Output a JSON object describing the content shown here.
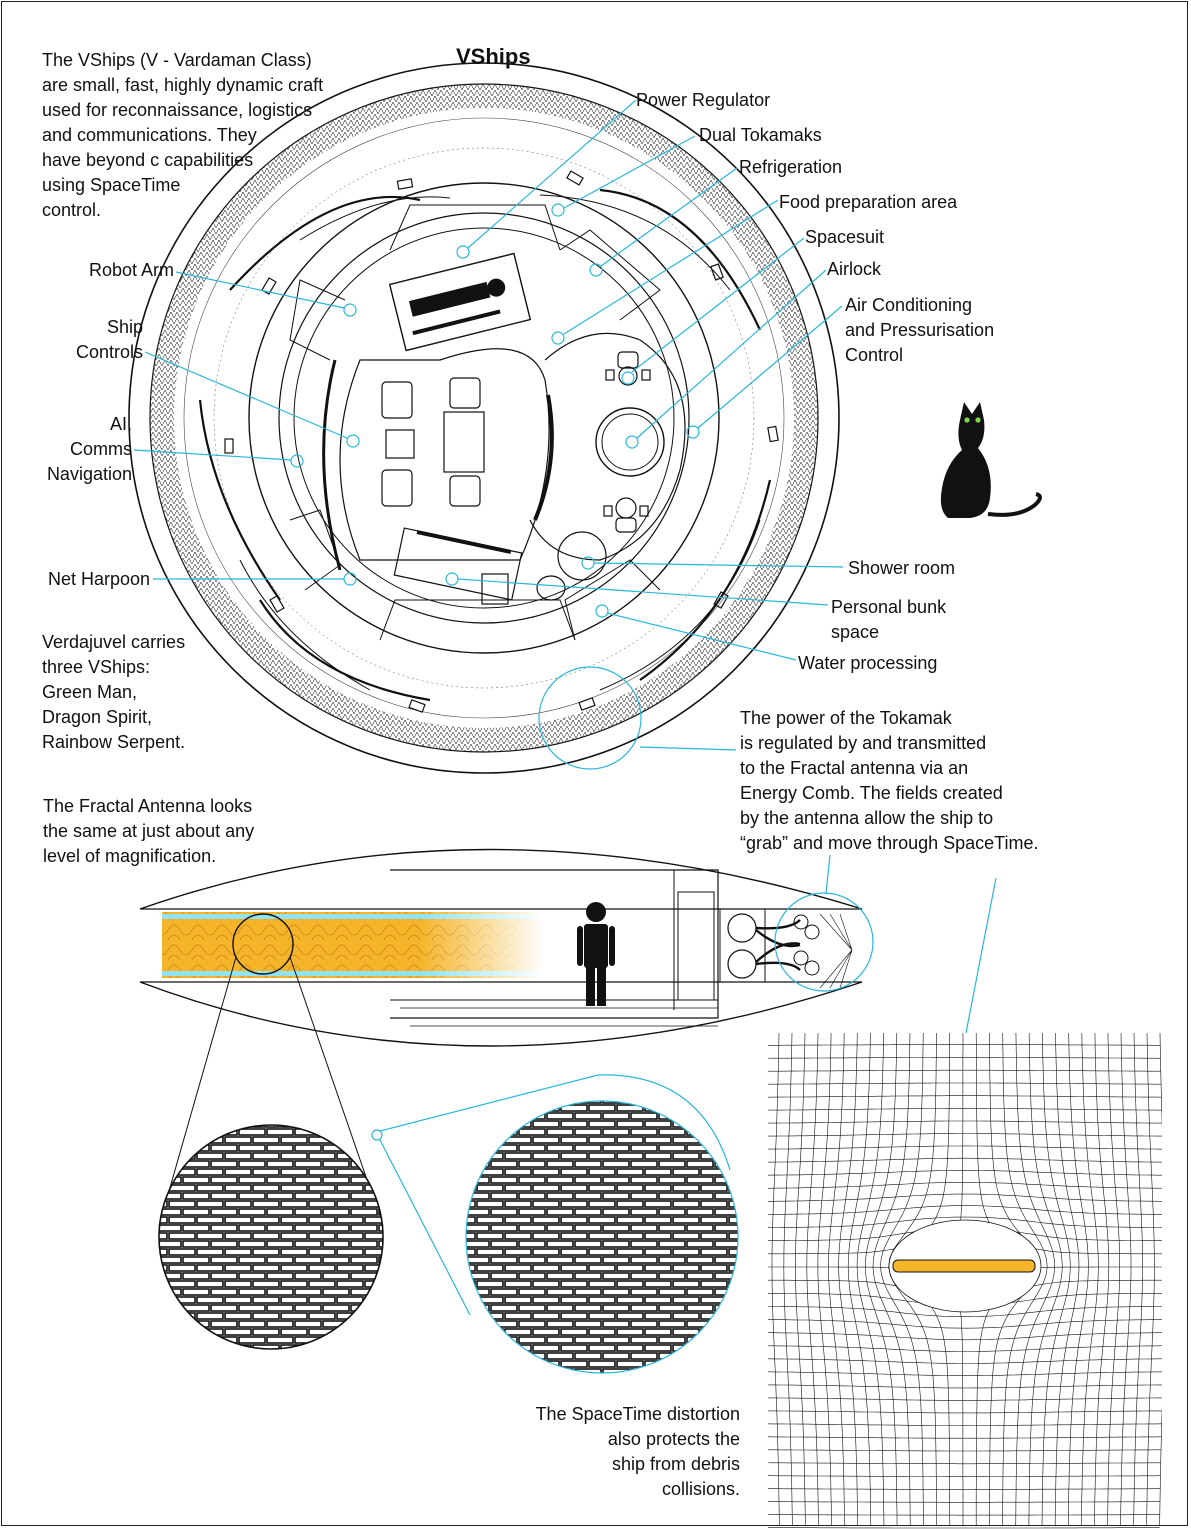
{
  "title": "VShips",
  "intro": "The VShips (V - Vardaman Class)\nare small, fast, highly dynamic craft\nused for reconnaissance, logistics\nand communications. They\nhave beyond c capabilities\nusing SpaceTime\ncontrol.",
  "carries": "Verdajuvel carries\nthree VShips:\nGreen Man,\nDragon Spirit,\nRainbow Serpent.",
  "fractal_note": "The Fractal Antenna looks\nthe same at just about any\nlevel of magnification.",
  "power_note": "The power of the Tokamak\nis regulated by and transmitted\nto the Fractal antenna via an\nEnergy Comb. The fields created\nby the antenna allow the ship to\n“grab” and move through SpaceTime.",
  "spacetime_note": "The SpaceTime distortion\nalso protects the\nship from debris\ncollisions.",
  "labels": {
    "power_regulator": "Power Regulator",
    "dual_tokamaks": "Dual Tokamaks",
    "refrigeration": "Refrigeration",
    "food_prep": "Food preparation area",
    "spacesuit": "Spacesuit",
    "airlock": "Airlock",
    "air_conditioning": "Air Conditioning\nand Pressurisation\nControl",
    "robot_arm": "Robot Arm",
    "ship_controls": "Ship\nControls",
    "ai_comms": "AI,\nComms\nNavigation",
    "net_harpoon": "Net Harpoon",
    "shower_room": "Shower room",
    "personal_bunk": "Personal bunk\nspace",
    "water_processing": "Water processing"
  },
  "colors": {
    "leader": "#29b6d9",
    "antenna": "#f2b02a",
    "cat_eyes": "#7bd84a",
    "ink": "#111111"
  },
  "icons": [
    "cat-silhouette",
    "human-figure"
  ]
}
